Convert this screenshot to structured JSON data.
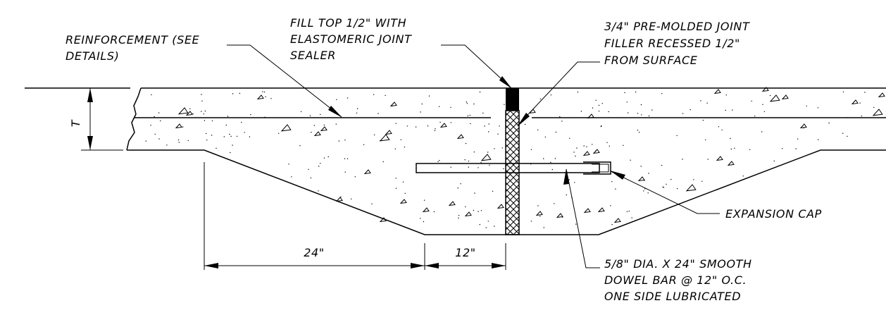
{
  "labels": {
    "reinforcement_1": "REINFORCEMENT (SEE",
    "reinforcement_2": "DETAILS)",
    "fill_top_1": "FILL TOP 1/2\" WITH",
    "fill_top_2": "ELASTOMERIC JOINT",
    "fill_top_3": "SEALER",
    "filler_1": "3/4\" PRE-MOLDED JOINT",
    "filler_2": "FILLER RECESSED 1/2\"",
    "filler_3": "FROM SURFACE",
    "expansion_cap": "EXPANSION CAP",
    "dowel_1": "5/8\" DIA. X 24\" SMOOTH",
    "dowel_2": "DOWEL BAR @ 12\" O.C.",
    "dowel_3": "ONE SIDE LUBRICATED",
    "thickness": "T",
    "dim_24": "24\"",
    "dim_12": "12\""
  }
}
